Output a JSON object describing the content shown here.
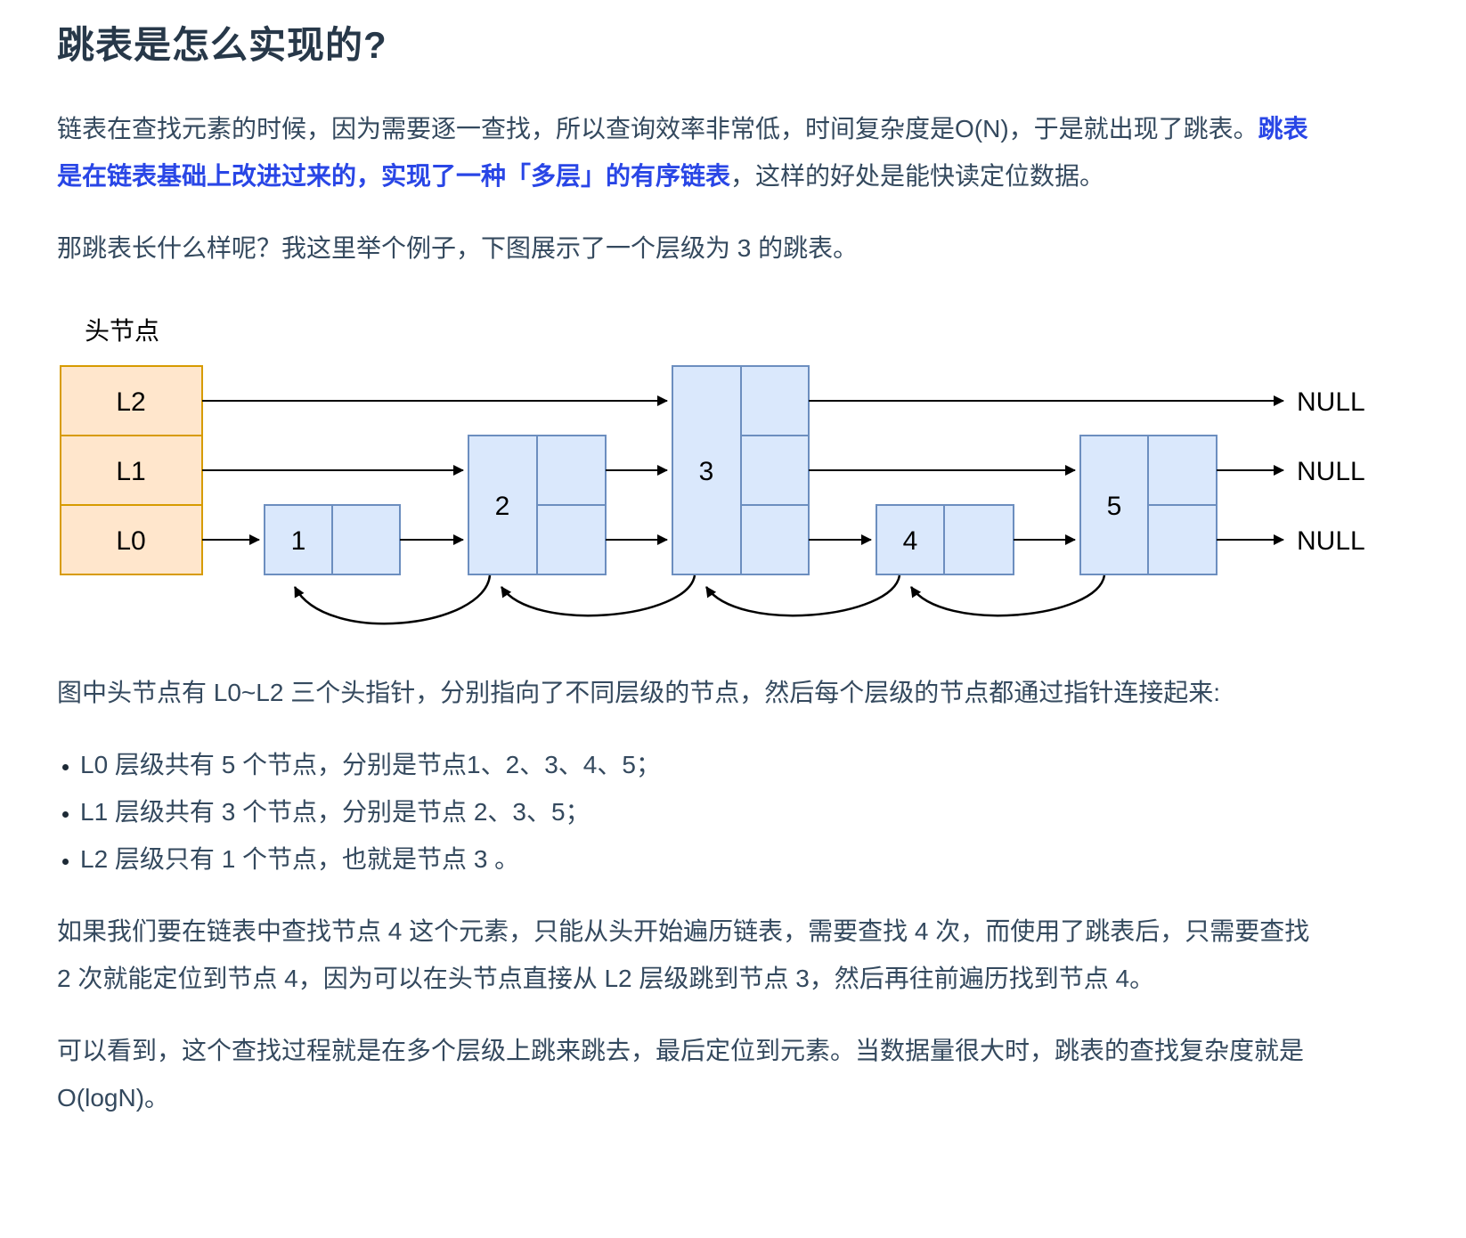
{
  "title": "跳表是怎么实现的?",
  "paragraphs": {
    "p1_pre": "链表在查找元素的时候，因为需要逐一查找，所以查询效率非常低，时间复杂度是O(N)，于是就出现了跳表。",
    "p1_bold": "跳表是在链表基础上改进过来的，实现了一种「多层」的有序链表",
    "p1_post": "，这样的好处是能快读定位数据。",
    "p2": "那跳表长什么样呢？我这里举个例子，下图展示了一个层级为 3 的跳表。",
    "p3": "图中头节点有 L0~L2 三个头指针，分别指向了不同层级的节点，然后每个层级的节点都通过指针连接起来:",
    "p4": "如果我们要在链表中查找节点 4 这个元素，只能从头开始遍历链表，需要查找 4 次，而使用了跳表后，只需要查找 2 次就能定位到节点 4，因为可以在头节点直接从 L2 层级跳到节点 3，然后再往前遍历找到节点 4。",
    "p5": "可以看到，这个查找过程就是在多个层级上跳来跳去，最后定位到元素。当数据量很大时，跳表的查找复杂度就是 O(logN)。"
  },
  "bullets": [
    "L0 层级共有 5 个节点，分别是节点1、2、3、4、5；",
    "L1 层级共有 3 个节点，分别是节点 2、3、5；",
    "L2 层级只有 1 个节点，也就是节点 3 。"
  ],
  "diagram": {
    "head_label": "头节点",
    "levels": [
      "L2",
      "L1",
      "L0"
    ],
    "nodes": [
      "1",
      "2",
      "3",
      "4",
      "5"
    ],
    "null_label": "NULL",
    "colors": {
      "head_fill": "#ffe6cc",
      "head_stroke": "#d79b00",
      "node_fill": "#dae8fc",
      "node_stroke": "#6c8ebf",
      "arrow": "#000000"
    }
  },
  "colors": {
    "title": "#273849",
    "body": "#34495e",
    "accent_blue": "#2946e6"
  }
}
